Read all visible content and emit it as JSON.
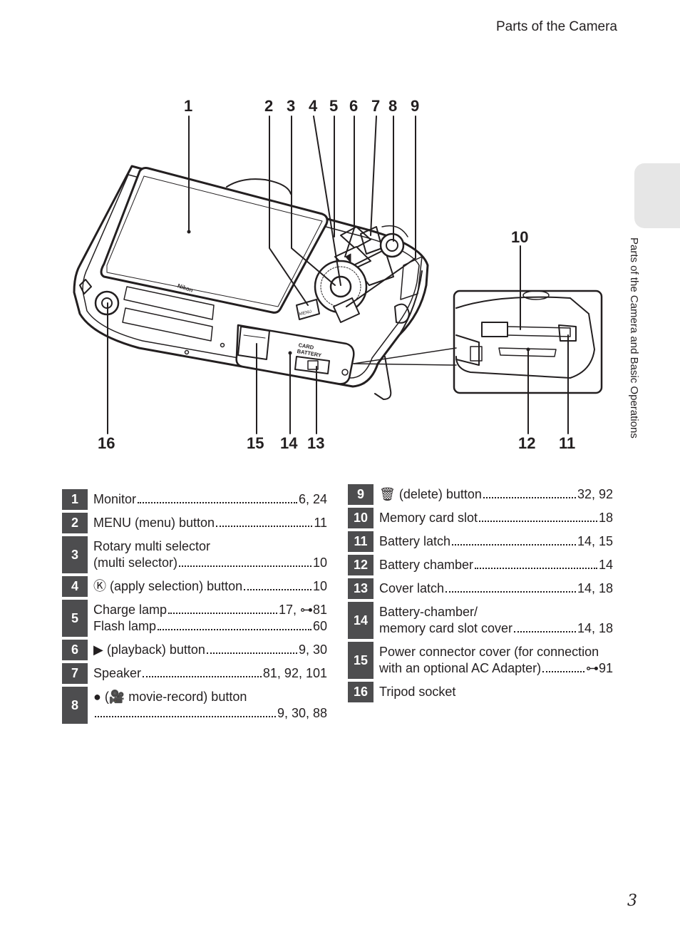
{
  "header": {
    "title": "Parts of the Camera"
  },
  "side_tab": {
    "text": "Parts of the Camera and Basic Operations"
  },
  "page_number": "3",
  "callouts": [
    "1",
    "2",
    "3",
    "4",
    "5",
    "6",
    "7",
    "8",
    "9",
    "10",
    "11",
    "12",
    "13",
    "14",
    "15",
    "16"
  ],
  "camera_labels": {
    "brand": "Nikon",
    "menu_btn": "MENU",
    "card_battery": "CARD\nBATTERY"
  },
  "left_table": [
    {
      "num": "1",
      "lines": [
        {
          "label": "Monitor",
          "pages": "6, 24"
        }
      ]
    },
    {
      "num": "2",
      "lines": [
        {
          "label": "MENU (menu) button",
          "pages": "11"
        }
      ]
    },
    {
      "num": "3",
      "lines": [
        {
          "label": "Rotary multi selector"
        },
        {
          "label": "(multi selector)",
          "pages": "10"
        }
      ]
    },
    {
      "num": "4",
      "lines": [
        {
          "label": "Ⓚ (apply selection) button",
          "pages": "10"
        }
      ]
    },
    {
      "num": "5",
      "lines": [
        {
          "label": "Charge lamp",
          "pages": "17, ⊶81"
        },
        {
          "label": "Flash lamp",
          "pages": "60"
        }
      ]
    },
    {
      "num": "6",
      "lines": [
        {
          "label": "▶ (playback) button",
          "pages": "9, 30"
        }
      ]
    },
    {
      "num": "7",
      "lines": [
        {
          "label": "Speaker",
          "pages": "81, 92, 101"
        }
      ]
    },
    {
      "num": "8",
      "lines": [
        {
          "label": "● (🎥 movie-record) button"
        },
        {
          "label": "",
          "pages": "9, 30, 88"
        }
      ]
    }
  ],
  "right_table": [
    {
      "num": "9",
      "lines": [
        {
          "label": "🗑 (delete) button",
          "pages": "32, 92"
        }
      ]
    },
    {
      "num": "10",
      "lines": [
        {
          "label": "Memory card slot",
          "pages": "18"
        }
      ]
    },
    {
      "num": "11",
      "lines": [
        {
          "label": "Battery latch",
          "pages": "14, 15"
        }
      ]
    },
    {
      "num": "12",
      "lines": [
        {
          "label": "Battery chamber",
          "pages": "14"
        }
      ]
    },
    {
      "num": "13",
      "lines": [
        {
          "label": "Cover latch",
          "pages": "14, 18"
        }
      ]
    },
    {
      "num": "14",
      "lines": [
        {
          "label": "Battery-chamber/"
        },
        {
          "label": "memory card slot cover",
          "pages": "14, 18"
        }
      ]
    },
    {
      "num": "15",
      "lines": [
        {
          "label": "Power connector cover (for connection"
        },
        {
          "label": "with an optional AC  Adapter)",
          "pages": "⊶91"
        }
      ]
    },
    {
      "num": "16",
      "lines": [
        {
          "label": "Tripod socket"
        }
      ]
    }
  ]
}
